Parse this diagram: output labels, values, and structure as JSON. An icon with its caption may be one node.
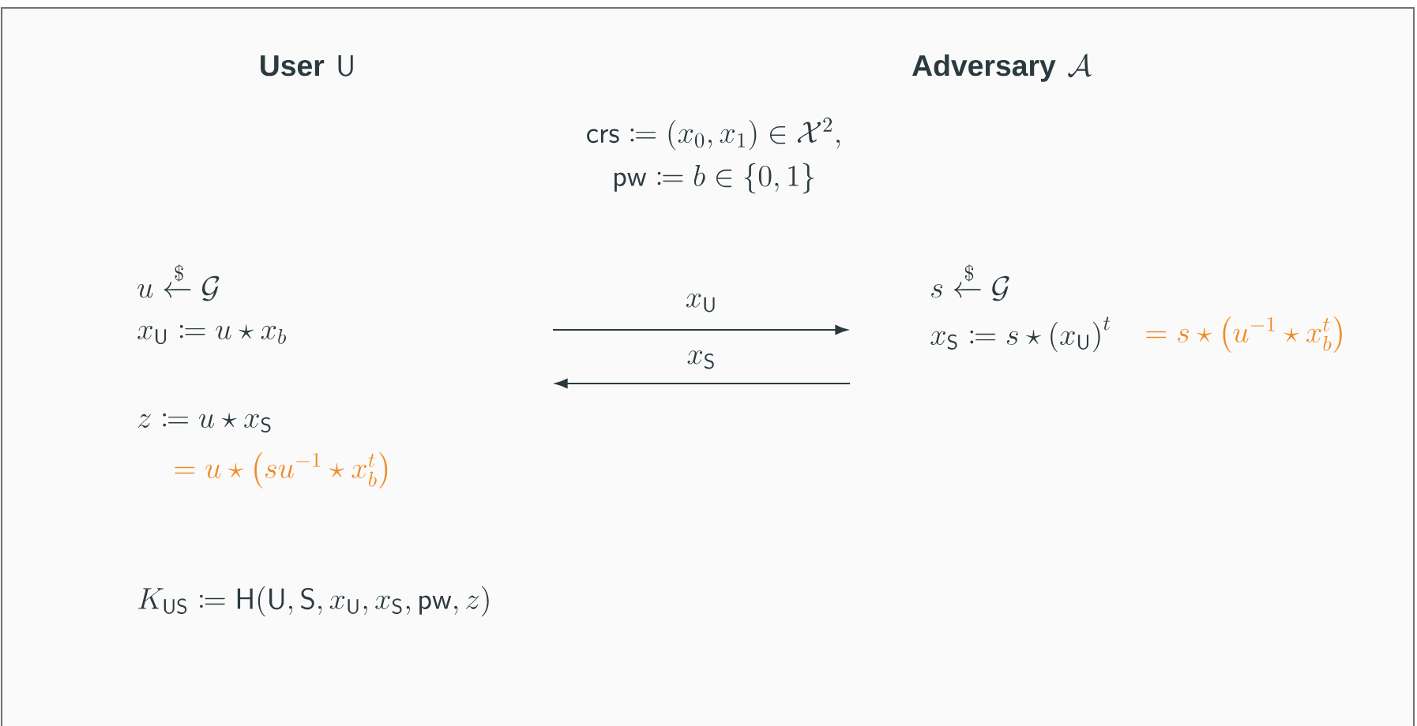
{
  "diagram": {
    "labels": [
      "User",
      "\\mathsf{U}",
      "Adversary",
      "\\mathcal{A}",
      "\\mathsf{crs} \\coloneqq (x_0, x_1) \\in \\mathcal{X}^2,",
      "\\mathsf{pw} \\coloneqq b \\in \\{0,1\\}",
      "u \\xleftarrow{\\$} \\mathcal{G}",
      "s \\xleftarrow{\\$} \\mathcal{G}",
      "x_{\\mathsf{U}}",
      "x_{\\mathsf{U}} \\coloneqq u \\star x_b",
      "x_{\\mathsf{S}} \\coloneqq s \\star \\left(x_{\\mathsf{U}}\\right)^t",
      "= s \\star \\left(u^{-1} \\star x_b^t\\right)",
      "x_{\\mathsf{S}}",
      "z \\coloneqq u \\star x_{\\mathsf{S}}",
      "= u \\star \\left(s u^{-1} \\star x_b^t\\right)",
      "K_{\\mathsf{US}} \\coloneqq \\mathsf{H}(\\mathsf{U}, \\mathsf{S}, x_{\\mathsf{U}}, x_{\\mathsf{S}}, \\mathsf{pw}, z)"
    ]
  }
}
